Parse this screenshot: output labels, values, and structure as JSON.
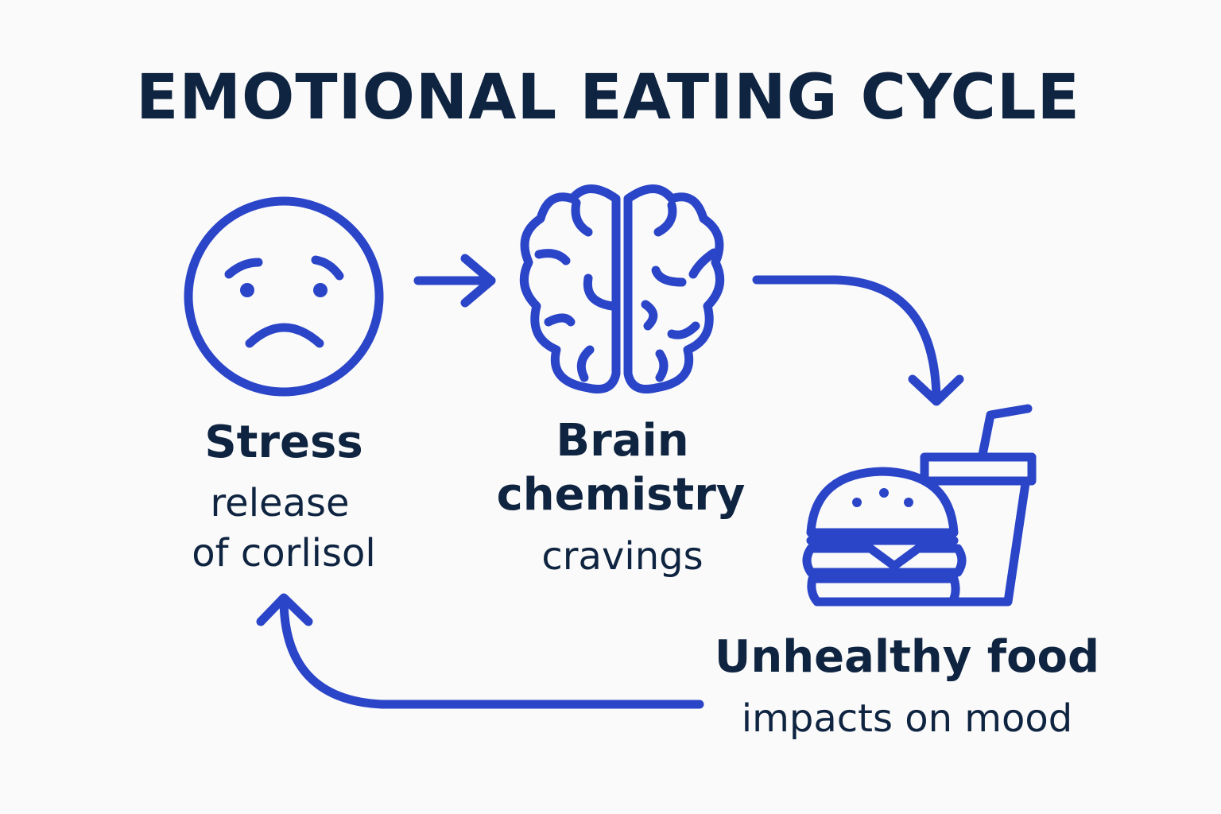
{
  "title": "EMOTIONAL EATING CYCLE",
  "colors": {
    "accent": "#2b45c8",
    "text": "#0f2440",
    "background": "#fafafa"
  },
  "nodes": [
    {
      "icon": "sad-face-icon",
      "label": "Stress",
      "sub1": "release",
      "sub2": "of corlisol"
    },
    {
      "icon": "brain-icon",
      "label1": "Brain",
      "label2": "chemistry",
      "sub": "cravings"
    },
    {
      "icon": "fast-food-icon",
      "label": "Unhealthy food",
      "sub": "impacts on mood"
    }
  ]
}
